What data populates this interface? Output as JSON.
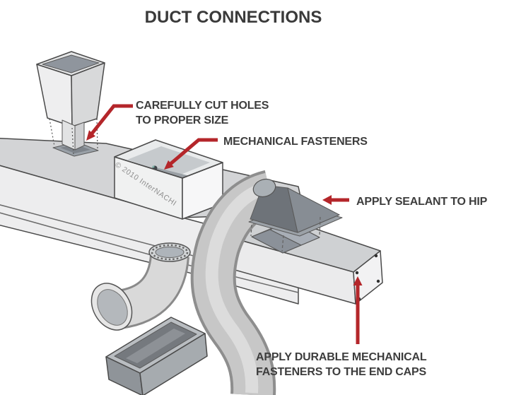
{
  "title": "DUCT CONNECTIONS",
  "watermark": "© 2010 InterNACHI",
  "callouts": {
    "cut_holes": {
      "line1": "CAREFULLY CUT HOLES",
      "line2": "TO PROPER SIZE"
    },
    "mechanical": {
      "label": "MECHANICAL FASTENERS"
    },
    "sealant": {
      "label": "APPLY SEALANT TO HIP"
    },
    "end_caps": {
      "line1": "APPLY DURABLE MECHANICAL",
      "line2": "FASTENERS TO THE END CAPS"
    }
  },
  "colors": {
    "leader_red": "#b4262a",
    "label_text": "#3d3d3d",
    "watermark_gray": "#8e8e8e",
    "duct_top": "#d3d4d6",
    "duct_front": "#ededee",
    "end_cap": "#f2f2f3",
    "hole_dark": "#8b9199",
    "hole_light": "#a8aeb6",
    "hip_dark": "#6e7379",
    "flex_gray": "#c7c7c7"
  },
  "parts": [
    "vertical-duct",
    "trunk-duct",
    "takeoff-box",
    "hip-takeoff",
    "flex-duct",
    "elbow",
    "register-boot",
    "end-cap"
  ]
}
